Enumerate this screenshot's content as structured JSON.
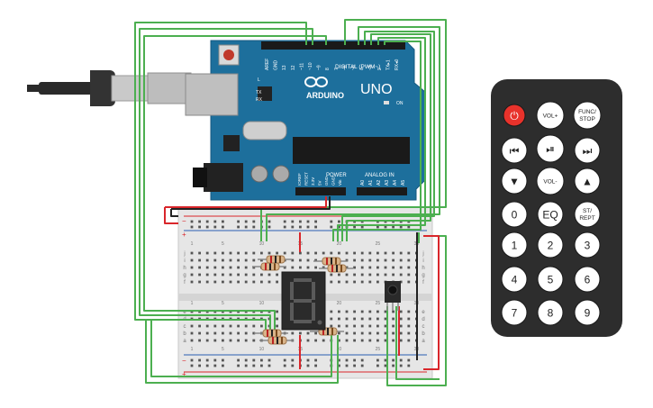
{
  "arduino": {
    "brand": "ARDUINO",
    "model": "UNO",
    "digital_header": "DIGITAL (PWM~)",
    "analog_header": "ANALOG IN",
    "power_header": "POWER",
    "on_label": "ON",
    "tx_label": "TX",
    "rx_label": "RX",
    "l_label": "L",
    "digital_pins": [
      "AREF",
      "GND",
      "13",
      "12",
      "~11",
      "~10",
      "~9",
      "8",
      "7",
      "~6",
      "~5",
      "4",
      "~3",
      "2",
      "TX▸1",
      "RX◂0"
    ],
    "power_pins": [
      "IOREF",
      "RESET",
      "3.3V",
      "5V",
      "GND",
      "GND",
      "Vin"
    ],
    "analog_pins": [
      "A0",
      "A1",
      "A2",
      "A3",
      "A4",
      "A5"
    ]
  },
  "breadboard": {
    "column_numbers": [
      "1",
      "",
      "",
      "",
      "5",
      "",
      "",
      "",
      "",
      "10",
      "",
      "",
      "",
      "",
      "15",
      "",
      "",
      "",
      "",
      "20",
      "",
      "",
      "",
      "",
      "25",
      "",
      "",
      "",
      "",
      "30"
    ],
    "row_letters_top": [
      "j",
      "i",
      "h",
      "g",
      "f"
    ],
    "row_letters_bottom": [
      "e",
      "d",
      "c",
      "b",
      "a"
    ],
    "rail_minus": "−",
    "rail_plus": "+"
  },
  "display": {
    "digit": "8."
  },
  "remote": {
    "buttons": [
      {
        "id": "power",
        "label": "⏻",
        "color": "#e8322b"
      },
      {
        "id": "vol_up",
        "label": "VOL+"
      },
      {
        "id": "func_stop",
        "label": "FUNC/ STOP"
      },
      {
        "id": "prev",
        "label": "⏮"
      },
      {
        "id": "play_pause",
        "label": "⏯"
      },
      {
        "id": "next",
        "label": "⏭"
      },
      {
        "id": "down",
        "label": "▼"
      },
      {
        "id": "vol_down",
        "label": "VOL-"
      },
      {
        "id": "up",
        "label": "▲"
      },
      {
        "id": "zero",
        "label": "0"
      },
      {
        "id": "eq",
        "label": "EQ"
      },
      {
        "id": "st_rept",
        "label": "ST/ REPT"
      },
      {
        "id": "one",
        "label": "1"
      },
      {
        "id": "two",
        "label": "2"
      },
      {
        "id": "three",
        "label": "3"
      },
      {
        "id": "four",
        "label": "4"
      },
      {
        "id": "five",
        "label": "5"
      },
      {
        "id": "six",
        "label": "6"
      },
      {
        "id": "seven",
        "label": "7"
      },
      {
        "id": "eight",
        "label": "8"
      },
      {
        "id": "nine",
        "label": "9"
      }
    ]
  },
  "colors": {
    "board": "#1d6f9c",
    "wire_green": "#4caf50",
    "wire_red": "#d9262b",
    "wire_black": "#222222",
    "breadboard": "#e6e6e6",
    "remote_body": "#2d2d2d"
  }
}
